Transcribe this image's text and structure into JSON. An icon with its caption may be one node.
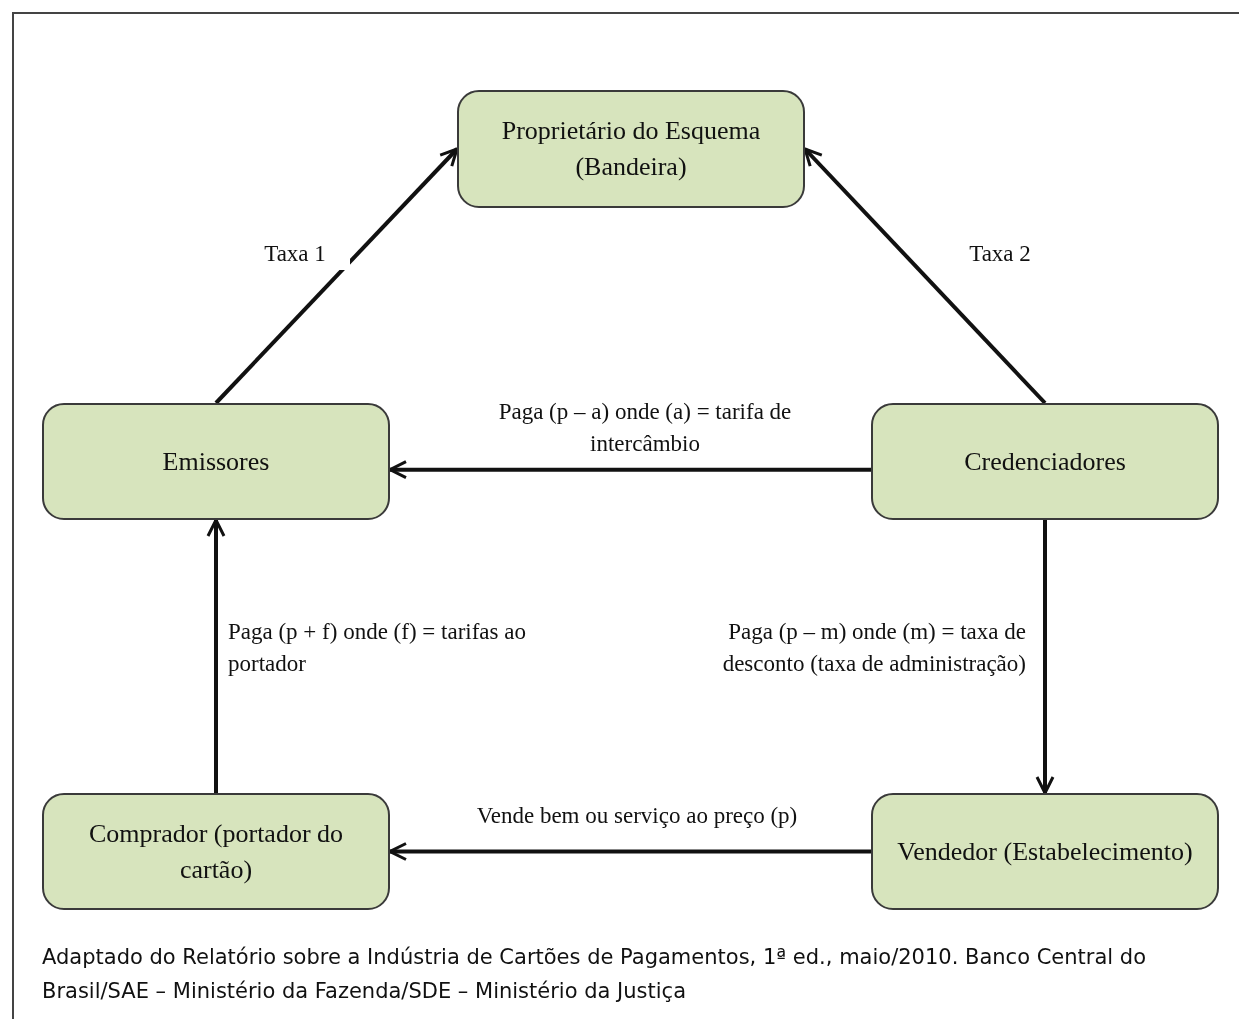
{
  "diagram": {
    "caption": "Adaptado do Relatório sobre a Indústria de Cartões de Pagamentos, 1ª ed., maio/2010. Banco Central do Brasil/SAE – Ministério da Fazenda/SDE – Ministério da Justiça",
    "nodes": [
      {
        "text": [
          "Proprietário do Esquema (Bandeira)"
        ]
      },
      {
        "text": [
          "Emissores"
        ]
      },
      {
        "text": [
          "Credenciadores"
        ]
      },
      {
        "text": [
          "Comprador (portador do cartão)"
        ]
      },
      {
        "text": [
          "Vendedor (Estabelecimento)"
        ]
      }
    ],
    "edges": [
      {
        "from": 1,
        "to": 0,
        "arrow": "to",
        "label": "Taxa 1"
      },
      {
        "from": 2,
        "to": 0,
        "arrow": "to",
        "label": "Taxa 2"
      },
      {
        "from": 2,
        "to": 1,
        "arrow": "to",
        "label": "Paga (p – a) onde (a) = tarifa de intercâmbio"
      },
      {
        "from": 2,
        "to": 4,
        "arrow": "to",
        "label": "Paga (p – m) onde (m) = taxa de desconto (taxa de administração)"
      },
      {
        "from": 4,
        "to": 3,
        "arrow": "to",
        "label": "Vende bem ou serviço ao preço (p)"
      },
      {
        "from": 3,
        "to": 1,
        "arrow": "to",
        "label": "Paga (p + f) onde (f) = tarifas ao portador"
      }
    ]
  }
}
